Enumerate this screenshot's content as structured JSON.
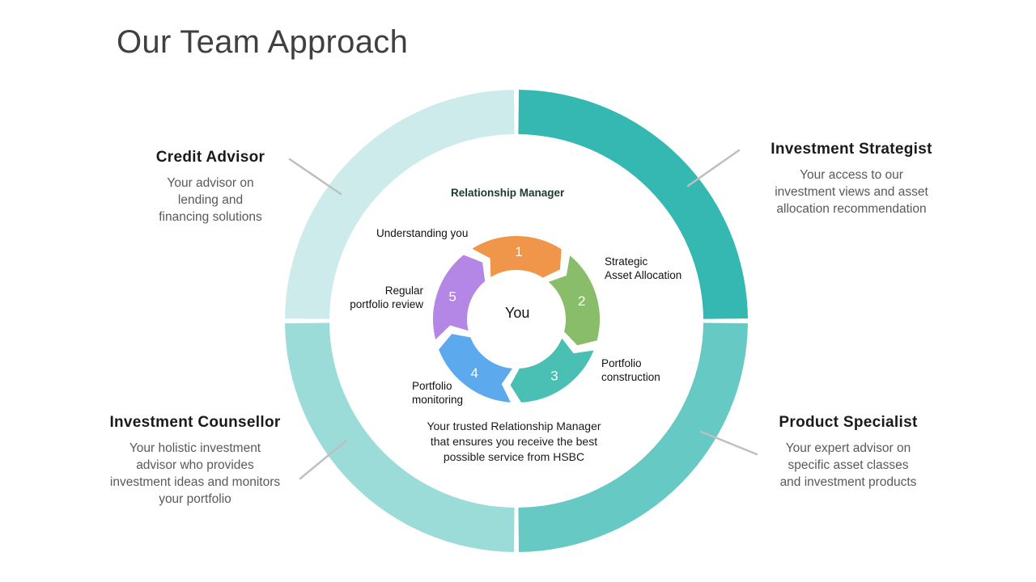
{
  "title": "Our Team Approach",
  "colors": {
    "credit_advisor": "#cdebea",
    "investment_strategist": "#35b8b2",
    "investment_counsellor": "#9bdcd9",
    "product_specialist": "#67c9c3",
    "step1": "#ef964a",
    "step2": "#8abd6a",
    "step3": "#4ac0b4",
    "step4": "#5ca9ee",
    "step5": "#b487e6"
  },
  "roles": {
    "credit_advisor": {
      "title": "Credit Advisor",
      "line1": "Your advisor on",
      "line2": "lending and",
      "line3": "financing solutions"
    },
    "investment_strategist": {
      "title": "Investment Strategist",
      "line1": "Your access to our",
      "line2": "investment views and asset",
      "line3": "allocation recommendation"
    },
    "investment_counsellor": {
      "title": "Investment Counsellor",
      "line1": "Your holistic investment",
      "line2": "advisor who provides",
      "line3": "investment ideas and monitors",
      "line4": "your portfolio"
    },
    "product_specialist": {
      "title": "Product Specialist",
      "line1": "Your expert advisor on",
      "line2": "specific asset classes",
      "line3": "and investment products"
    }
  },
  "relationship_manager": {
    "title": "Relationship Manager",
    "center": "You",
    "desc_line1": "Your trusted Relationship Manager",
    "desc_line2": "that ensures you receive the best",
    "desc_line3": "possible service from HSBC"
  },
  "cycle_steps": [
    {
      "number": "1",
      "line1": "Understanding you",
      "line2": ""
    },
    {
      "number": "2",
      "line1": "Strategic",
      "line2": "Asset Allocation"
    },
    {
      "number": "3",
      "line1": "Portfolio",
      "line2": "construction"
    },
    {
      "number": "4",
      "line1": "Portfolio",
      "line2": "monitoring"
    },
    {
      "number": "5",
      "line1": "Regular",
      "line2": "portfolio review"
    }
  ]
}
